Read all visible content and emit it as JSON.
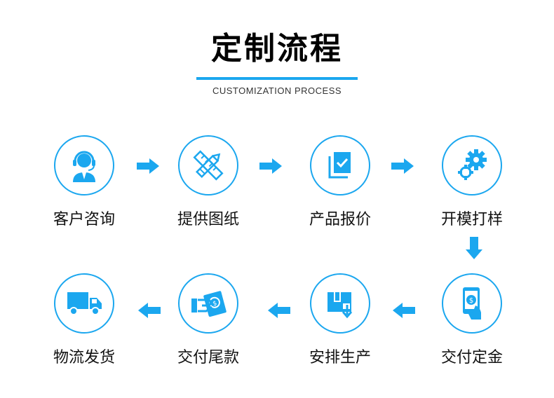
{
  "header": {
    "title": "定制流程",
    "subtitle": "CUSTOMIZATION PROCESS"
  },
  "colors": {
    "accent": "#1ba7ef",
    "text": "#111111"
  },
  "steps": [
    {
      "label": "客户咨询",
      "icon": "customer-service-icon"
    },
    {
      "label": "提供图纸",
      "icon": "ruler-pencil-icon"
    },
    {
      "label": "产品报价",
      "icon": "document-check-icon"
    },
    {
      "label": "开模打样",
      "icon": "gears-icon"
    },
    {
      "label": "交付定金",
      "icon": "phone-payment-icon"
    },
    {
      "label": "安排生产",
      "icon": "production-box-icon"
    },
    {
      "label": "交付尾款",
      "icon": "money-hand-icon"
    },
    {
      "label": "物流发货",
      "icon": "delivery-truck-icon"
    }
  ]
}
